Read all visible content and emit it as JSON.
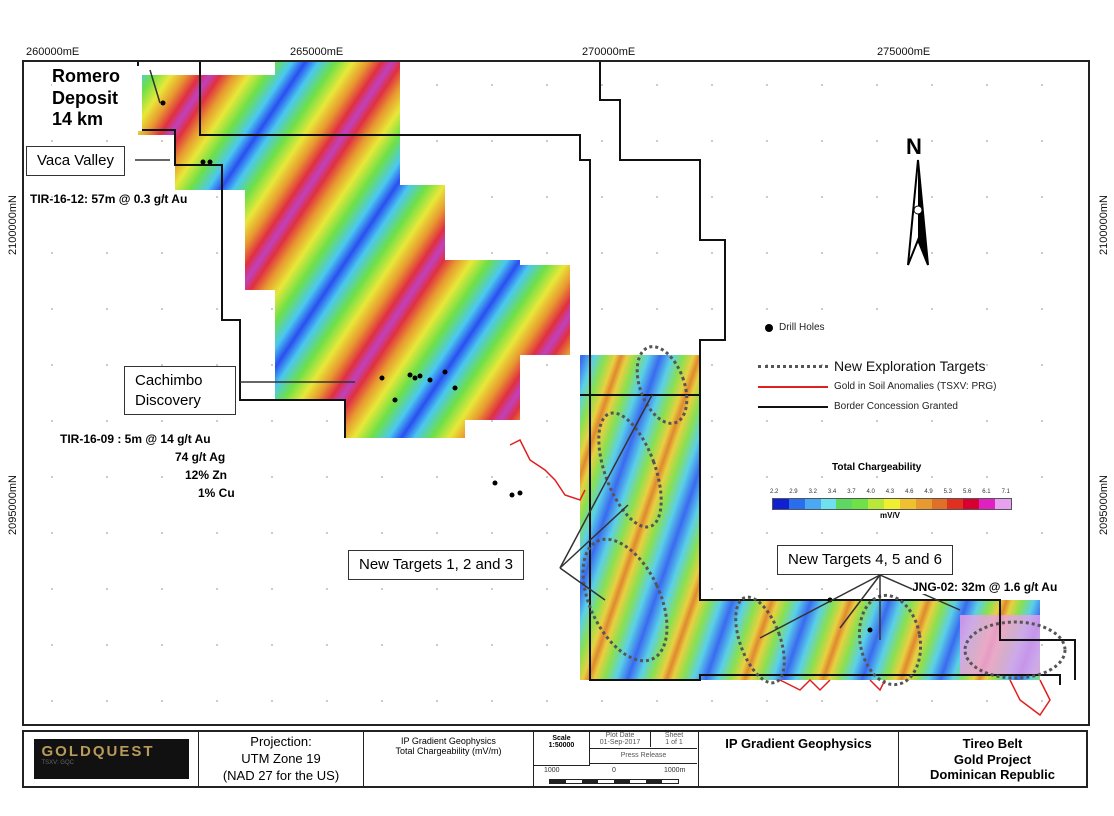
{
  "coords": {
    "top": [
      "260000mE",
      "265000mE",
      "270000mE",
      "275000mE"
    ],
    "side": [
      "2100000mN",
      "2095000mN"
    ]
  },
  "callouts": {
    "romero": "Romero Deposit 14 km",
    "vaca": "Vaca Valley",
    "cachimbo": "Cachimbo Discovery",
    "targets123": "New Targets 1, 2 and 3",
    "targets456": "New Targets 4, 5 and 6"
  },
  "labels": {
    "tir1612": "TIR-16-12: 57m @ 0.3 g/t Au",
    "tir1609_1": "TIR-16-09 : 5m @ 14 g/t Au",
    "tir1609_2": "74 g/t Ag",
    "tir1609_3": "12% Zn",
    "tir1609_4": "1% Cu",
    "jng02": "JNG-02: 32m @ 1.6 g/t Au"
  },
  "north": "N",
  "legend": {
    "drill": "Drill Holes",
    "targets": "New Exploration Targets",
    "soil": "Gold in Soil Anomalies (TSXV: PRG)",
    "border": "Border Concession Granted",
    "cb_title": "Total Chargeability",
    "cb_unit": "mV/V",
    "cb_ticks": [
      "2.2",
      "2.9",
      "3.2",
      "3.4",
      "3.7",
      "4.0",
      "4.3",
      "4.6",
      "4.9",
      "5.3",
      "5.6",
      "6.1",
      "7.1"
    ],
    "cb_colors": [
      "#1020d0",
      "#2a6ef0",
      "#4aa8f5",
      "#6ee0f0",
      "#5ed860",
      "#6ee048",
      "#b8e83a",
      "#f0f030",
      "#f0c030",
      "#e89a30",
      "#e07028",
      "#e03020",
      "#d80030",
      "#e020c0",
      "#e8a0f0"
    ]
  },
  "titleblock": {
    "logo": "GOLDQUEST",
    "logo_sub": "TSXV: GQC",
    "proj1": "Projection:",
    "proj2": "UTM Zone 19",
    "proj3": "(NAD 27 for the US)",
    "desc1": "IP Gradient Geophysics",
    "desc2": "Total Chargeability (mV/m)",
    "scale_label": "Scale",
    "scale": "1:50000",
    "plot_label": "Plot Date",
    "plot_date": "01-Sep-2017",
    "sheet_label": "Sheet",
    "sheet": "1 of 1",
    "release": "Press Release",
    "bar_l": "1000",
    "bar_m": "0",
    "bar_r": "1000m",
    "title": "IP Gradient Geophysics",
    "proj_name1": "Tireo Belt",
    "proj_name2": "Gold Project",
    "proj_name3": "Dominican Republic"
  }
}
